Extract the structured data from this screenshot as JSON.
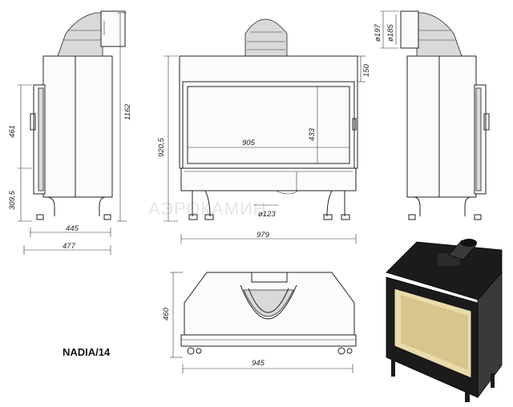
{
  "model": "NADIA/14",
  "watermark": "АЭРОКАМИН",
  "dimensions": {
    "d_197": "ø197",
    "d_185": "ø185",
    "h_1162": "1162",
    "h_461": "461",
    "h_309_5": "309,5",
    "w_445": "445",
    "w_477": "477",
    "h_920_5": "920,5",
    "h_150": "150",
    "h_433": "433",
    "w_905": "905",
    "d_123": "ø123",
    "w_979": "979",
    "d_460": "460",
    "w_945": "945"
  }
}
